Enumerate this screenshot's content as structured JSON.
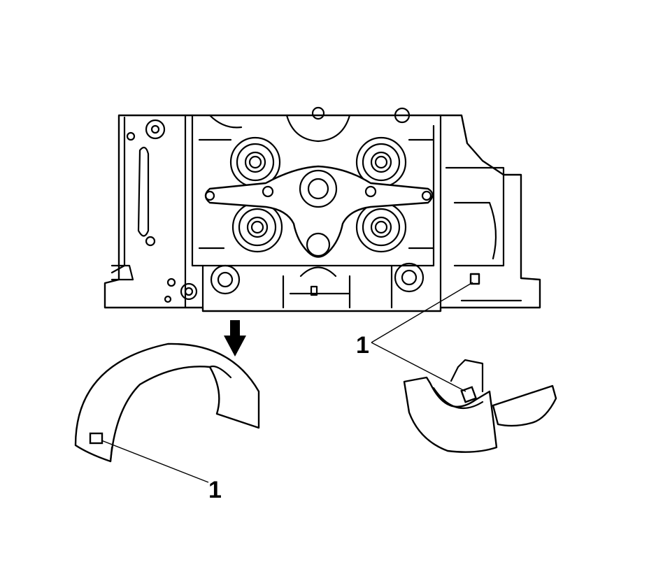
{
  "diagram": {
    "callouts": [
      {
        "id": "callout-1-left",
        "text": "1"
      },
      {
        "id": "callout-1-right",
        "text": "1"
      }
    ],
    "direction_arrow": "down-arrow-icon",
    "colors": {
      "ink": "#000000",
      "paper": "#ffffff"
    }
  }
}
